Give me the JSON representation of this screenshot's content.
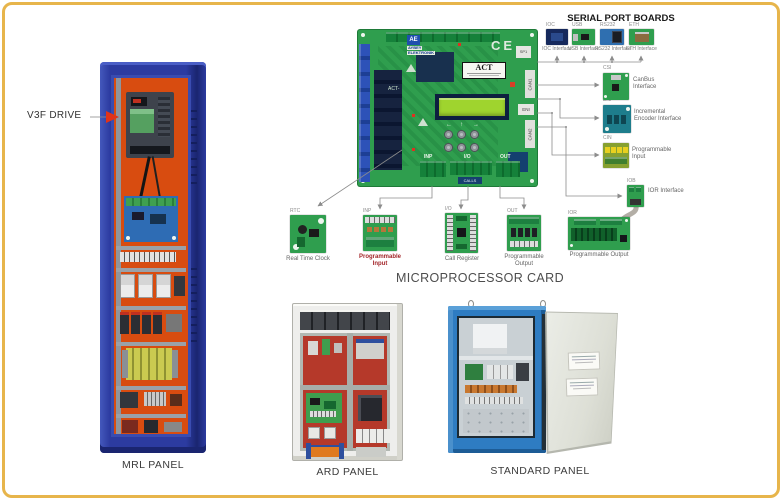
{
  "headings": {
    "serial": "SERIAL PORT BOARDS",
    "micro": "MICROPROCESSOR CARD"
  },
  "callouts": {
    "v3f": "V3F DRIVE"
  },
  "panels": {
    "mrl": "MRL PANEL",
    "ard": "ARD PANEL",
    "standard": "STANDARD PANEL"
  },
  "mainboard": {
    "logo_abbr": "AE",
    "logo_line1": "AYBEY",
    "logo_line2": "ELEKTRONIK",
    "ce": "CE",
    "act": "ACT",
    "silk": "ACT-",
    "conn": {
      "sp1": "SP1",
      "can1": "CAN1",
      "can2": "CAN2",
      "eni": "ENI",
      "inp": "INP",
      "io": "I/O",
      "out": "OUT",
      "calls": "CALLS"
    }
  },
  "serial_boards": [
    {
      "label": "IOC",
      "caption": "IOC Interface"
    },
    {
      "label": "USB",
      "caption": "USB Interface"
    },
    {
      "label": "RS232",
      "caption": "RS232 Interface"
    },
    {
      "label": "ETH",
      "caption": "ETH Interface"
    }
  ],
  "side_boards": [
    {
      "label": "CSI",
      "caption": "CanBus Interface"
    },
    {
      "label": "ENI",
      "caption": "Incremental Encoder Interface"
    },
    {
      "label": "CIN",
      "caption": "Programmable Input"
    },
    {
      "label": "IOB",
      "caption": "IOR Interface"
    },
    {
      "label": "IOR",
      "caption": "Programmable Output"
    }
  ],
  "bottom_boards": [
    {
      "label": "RTC",
      "caption": "Real Time Clock"
    },
    {
      "label": "INP",
      "caption": "Programmable Input"
    },
    {
      "label": "I/O",
      "caption": "Call Register"
    },
    {
      "label": "OUT",
      "caption": "Programmable Output"
    }
  ],
  "colors": {
    "frame_gold": "#e7b54b",
    "pcb_green": "#2f9e4e",
    "cabinet_blue": "#2c3ba0",
    "interior_orange": "#d84c10",
    "standard_blue": "#2e7cc2",
    "highlight_red": "#a3262a"
  }
}
